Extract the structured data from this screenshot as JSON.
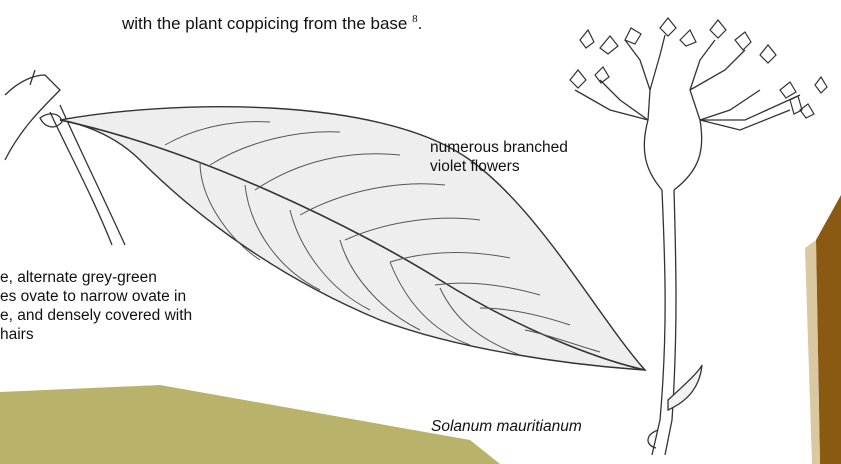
{
  "intro": {
    "text": "with the plant coppicing from the base",
    "ref": "8",
    "tail": "."
  },
  "labels": {
    "flowers": [
      "numerous branched",
      "violet flowers"
    ],
    "leaves": [
      "e, alternate grey-green",
      "es ovate to narrow ovate in",
      "e, and densely covered with",
      "hairs"
    ],
    "species": "Solanum mauritianum"
  },
  "colors": {
    "olive_band": "#b9b26a",
    "brown_bar": "#8b5a12",
    "ink": "#333333"
  }
}
